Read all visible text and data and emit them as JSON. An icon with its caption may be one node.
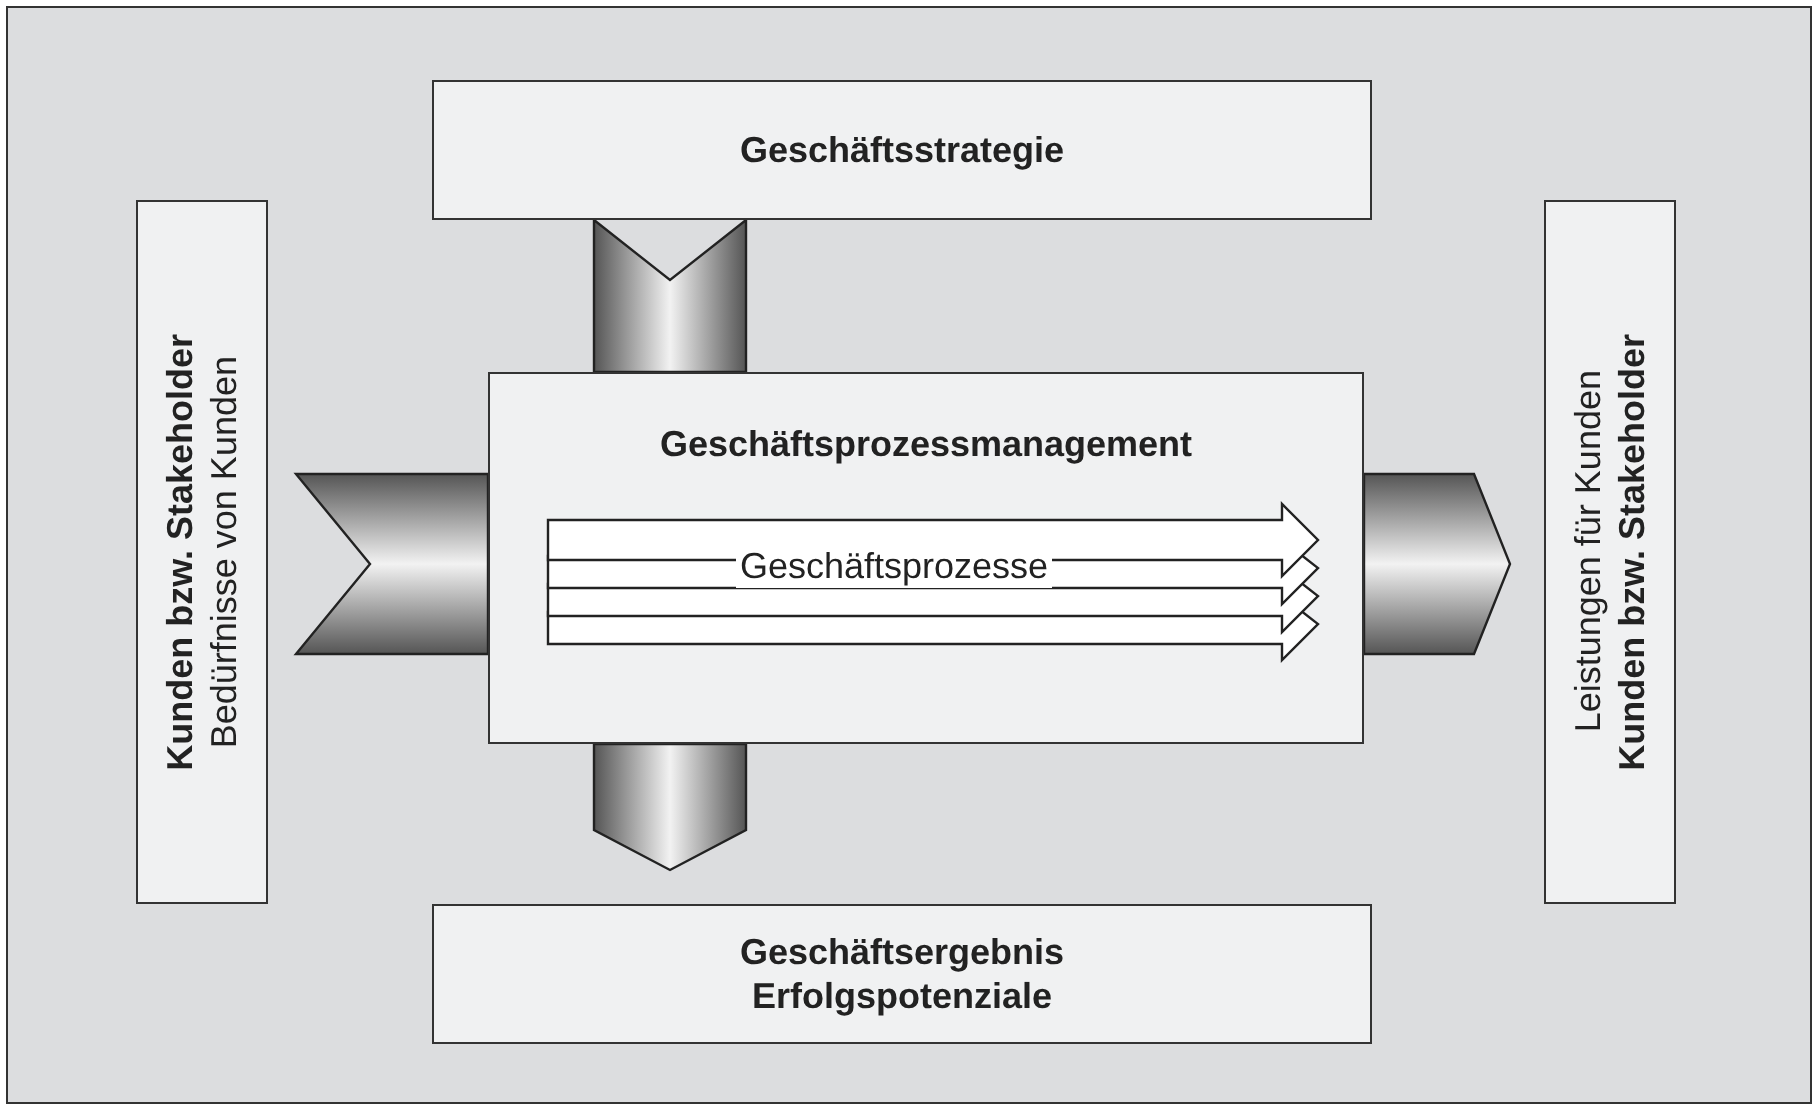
{
  "diagram": {
    "nodes": [
      {
        "text": [
          "Kunden bzw. Stakeholder",
          "Bedürfnisse von Kunden"
        ]
      },
      {
        "text": [
          "Geschäftsstrategie"
        ]
      },
      {
        "text": [
          "Geschäftsprozessmanagement"
        ]
      },
      {
        "text": [
          "Geschäftsprozesse"
        ],
        "in": 2
      },
      {
        "text": [
          "Geschäftsergebnis",
          "Erfolgspotenziale"
        ]
      },
      {
        "text": [
          "Leistungen für Kunden",
          "Kunden bzw. Stakeholder"
        ]
      }
    ],
    "edges": [
      {
        "from": 0,
        "to": 2,
        "arrow": "other"
      },
      {
        "from": 1,
        "to": 2,
        "arrow": "other"
      },
      {
        "from": 2,
        "to": 4,
        "arrow": "to"
      },
      {
        "from": 2,
        "to": 5,
        "arrow": "to"
      }
    ]
  }
}
